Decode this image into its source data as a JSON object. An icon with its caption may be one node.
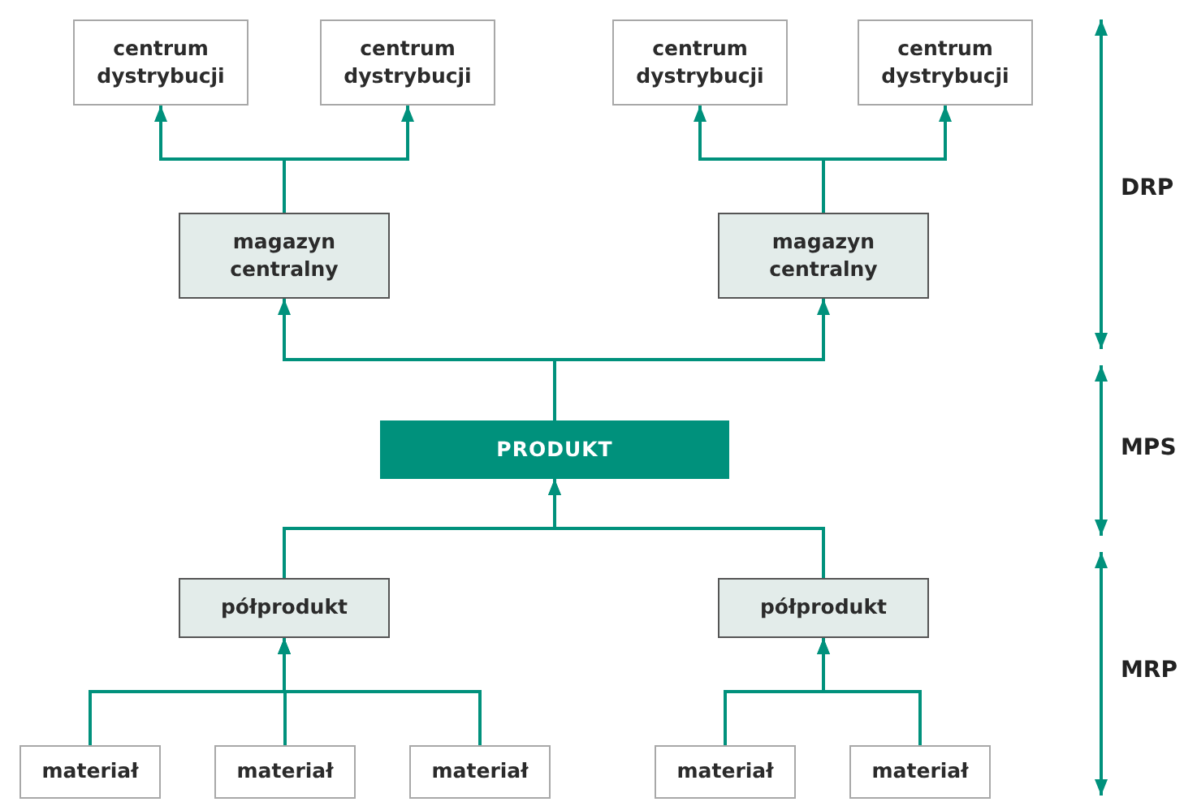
{
  "diagram": {
    "nodes": [
      {
        "text": [
          "centrum dystrybucji"
        ]
      },
      {
        "text": [
          "centrum dystrybucji"
        ]
      },
      {
        "text": [
          "centrum dystrybucji"
        ]
      },
      {
        "text": [
          "centrum dystrybucji"
        ]
      },
      {
        "text": [
          "magazyn centralny"
        ]
      },
      {
        "text": [
          "magazyn centralny"
        ]
      },
      {
        "text": [
          "PRODUKT"
        ]
      },
      {
        "text": [
          "półprodukt"
        ]
      },
      {
        "text": [
          "półprodukt"
        ]
      },
      {
        "text": [
          "materiał"
        ]
      },
      {
        "text": [
          "materiał"
        ]
      },
      {
        "text": [
          "materiał"
        ]
      },
      {
        "text": [
          "materiał"
        ]
      },
      {
        "text": [
          "materiał"
        ]
      }
    ],
    "edges": [
      {
        "from": 4,
        "to": 0,
        "arrow": "to"
      },
      {
        "from": 4,
        "to": 1,
        "arrow": "to"
      },
      {
        "from": 5,
        "to": 2,
        "arrow": "to"
      },
      {
        "from": 5,
        "to": 3,
        "arrow": "to"
      },
      {
        "from": 6,
        "to": 4,
        "arrow": "to"
      },
      {
        "from": 6,
        "to": 5,
        "arrow": "to"
      },
      {
        "from": 7,
        "to": 6,
        "arrow": "to"
      },
      {
        "from": 8,
        "to": 6,
        "arrow": "to"
      },
      {
        "from": 9,
        "to": 7,
        "arrow": "to"
      },
      {
        "from": 10,
        "to": 7,
        "arrow": "to"
      },
      {
        "from": 11,
        "to": 7,
        "arrow": "to"
      },
      {
        "from": 12,
        "to": 8,
        "arrow": "to"
      },
      {
        "from": 13,
        "to": 8,
        "arrow": "to"
      }
    ],
    "labels": [
      "DRP",
      "MPS",
      "MRP"
    ]
  }
}
